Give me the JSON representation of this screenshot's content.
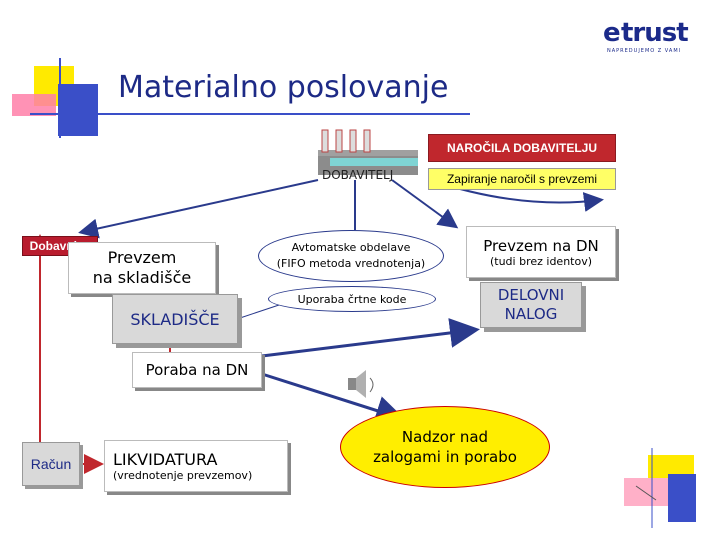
{
  "logo": {
    "text_e": "e",
    "text_trust": "trust",
    "tagline": "NAPREDUJEMO Z VAMI"
  },
  "title": "Materialno poslovanje",
  "factory_label": "DOBAVITELJ",
  "narocila": "NAROČILA DOBAVITELJU",
  "zapiranje": "Zapiranje naročil s prevzemi",
  "dobavnica": "Dobavnica",
  "prevzem_skladisce": [
    "Prevzem",
    "na skladišče"
  ],
  "skladisce": "SKLADIŠČE",
  "avtomatske": [
    "Avtomatske obdelave",
    "(FIFO metoda vrednotenja)"
  ],
  "uporaba": "Uporaba črtne kode",
  "prevzem_dn": "Prevzem na DN",
  "tudi_brez": "(tudi brez identov)",
  "delovni_nalog": [
    "DELOVNI",
    "NALOG"
  ],
  "poraba": "Poraba na DN",
  "racun": "Račun",
  "likvidatura": "LIKVIDATURA",
  "vrednotenje": "(vrednotenje prevzemov)",
  "nadzor": [
    "Nadzor nad",
    "zalogami in porabo"
  ],
  "colors": {
    "title": "#1d2a86",
    "brand": "#1b2a8a",
    "accent_red": "#c0272d",
    "accent_red_box": "#b91c2e",
    "arrow_blue": "#2a3a8c",
    "highlight_yellow": "#ffff66",
    "deco_yellow": "#ffea00",
    "deco_blue": "#3a4fc8",
    "deco_pink": "#ff7fa8",
    "box_gray": "#d9d9d9",
    "nadzor_fill": "#ffee00"
  }
}
